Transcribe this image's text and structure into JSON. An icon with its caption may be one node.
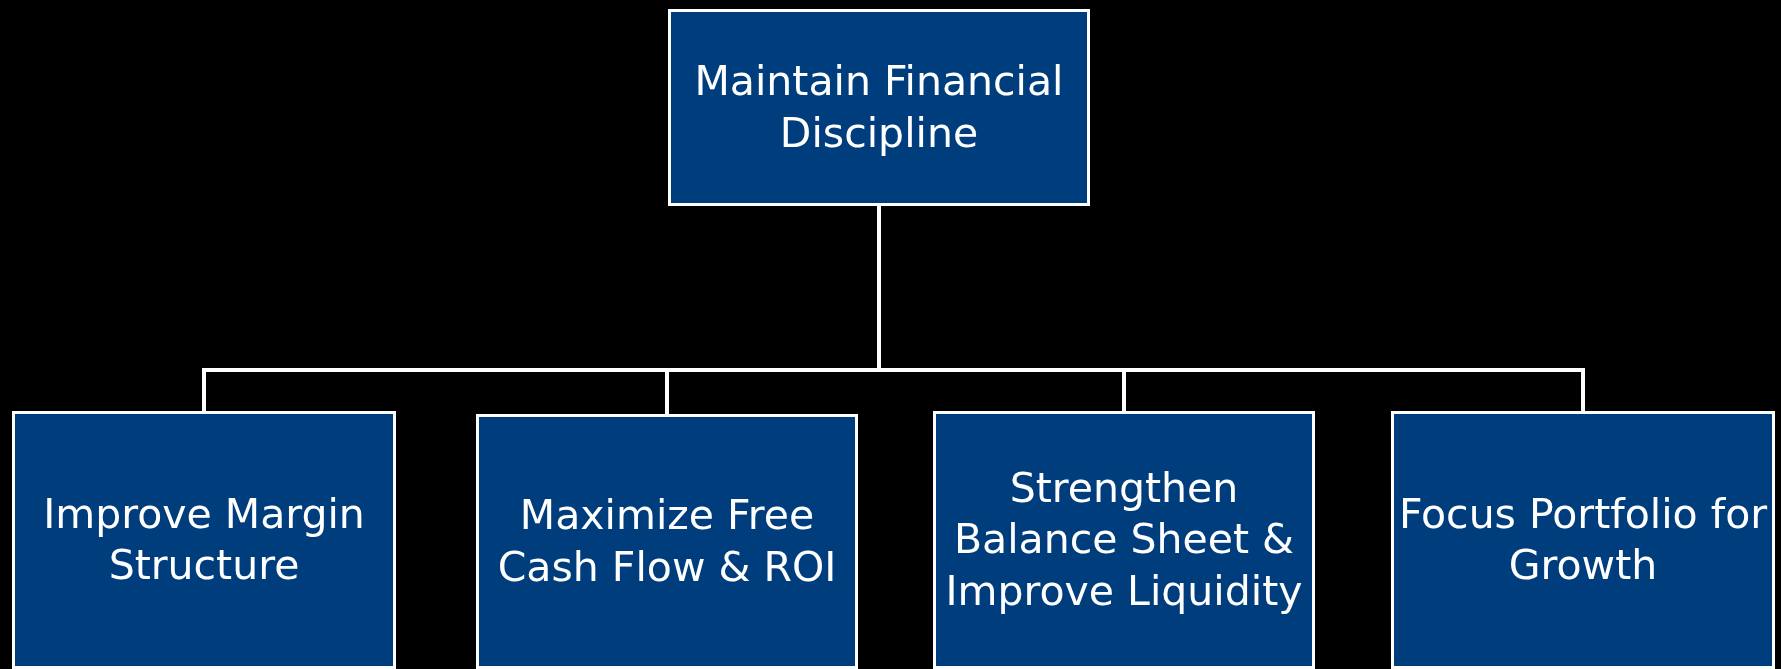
{
  "diagram": {
    "nodes": [
      {
        "text": [
          "Maintain Financial Discipline"
        ]
      },
      {
        "text": [
          "Improve Margin Structure"
        ]
      },
      {
        "text": [
          "Maximize Free Cash Flow & ROI"
        ]
      },
      {
        "text": [
          "Strengthen Balance Sheet & Improve Liquidity"
        ]
      },
      {
        "text": [
          "Focus Portfolio for Growth"
        ]
      }
    ],
    "edges": [
      {
        "from": 0,
        "to": 1,
        "arrow": "none"
      },
      {
        "from": 0,
        "to": 2,
        "arrow": "none"
      },
      {
        "from": 0,
        "to": 3,
        "arrow": "none"
      },
      {
        "from": 0,
        "to": 4,
        "arrow": "none"
      }
    ]
  }
}
